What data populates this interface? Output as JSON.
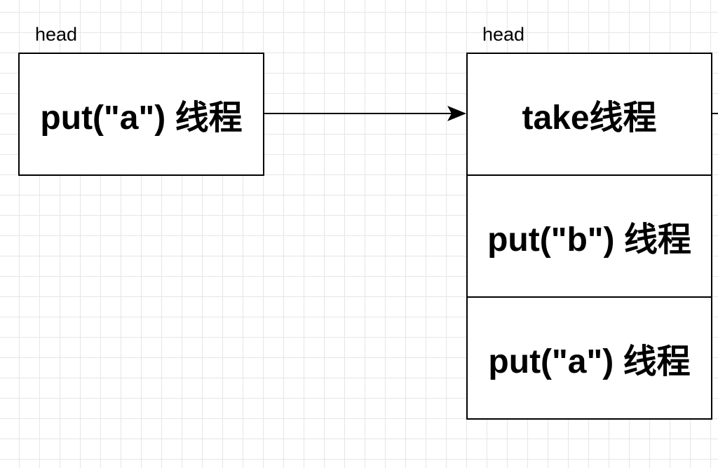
{
  "left": {
    "head_label": "head",
    "node_text": "put(\"a\") 线程"
  },
  "right": {
    "head_label": "head",
    "nodes": [
      {
        "text": "take线程"
      },
      {
        "text": "put(\"b\") 线程"
      },
      {
        "text": "put(\"a\") 线程"
      }
    ]
  }
}
